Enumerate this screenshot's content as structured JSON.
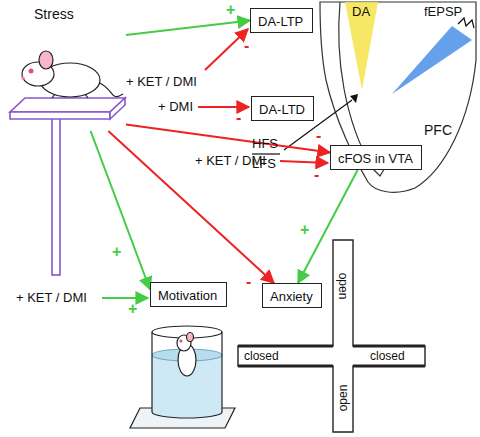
{
  "diagram": {
    "nodes": [
      {
        "text": [
          "Stress"
        ]
      },
      {
        "text": [
          "DA-LTP"
        ]
      },
      {
        "text": [
          "DA-LTD"
        ]
      },
      {
        "text": [
          "cFOS in VTA"
        ]
      },
      {
        "text": [
          "Motivation"
        ]
      },
      {
        "text": [
          "Anxiety"
        ]
      }
    ],
    "edges": [
      {
        "from": 0,
        "to": 1,
        "arrow": "to",
        "label": "+"
      },
      {
        "from": 0,
        "to": 3,
        "arrow": "to",
        "label": "-"
      },
      {
        "from": 0,
        "to": 4,
        "arrow": "to",
        "label": "+"
      },
      {
        "from": 0,
        "to": 5,
        "arrow": "to",
        "label": "-"
      },
      {
        "from": 3,
        "to": 5,
        "arrow": "to",
        "label": "+"
      }
    ],
    "labels": [
      "DA",
      "fEPSP",
      "HFS",
      "LFS",
      "PFC",
      "+ KET / DMI",
      "-",
      "+ DMI",
      "-",
      "+ KET / DMI",
      "-",
      "+ KET / DMI",
      "+",
      "open",
      "closed",
      "closed",
      "open"
    ]
  }
}
